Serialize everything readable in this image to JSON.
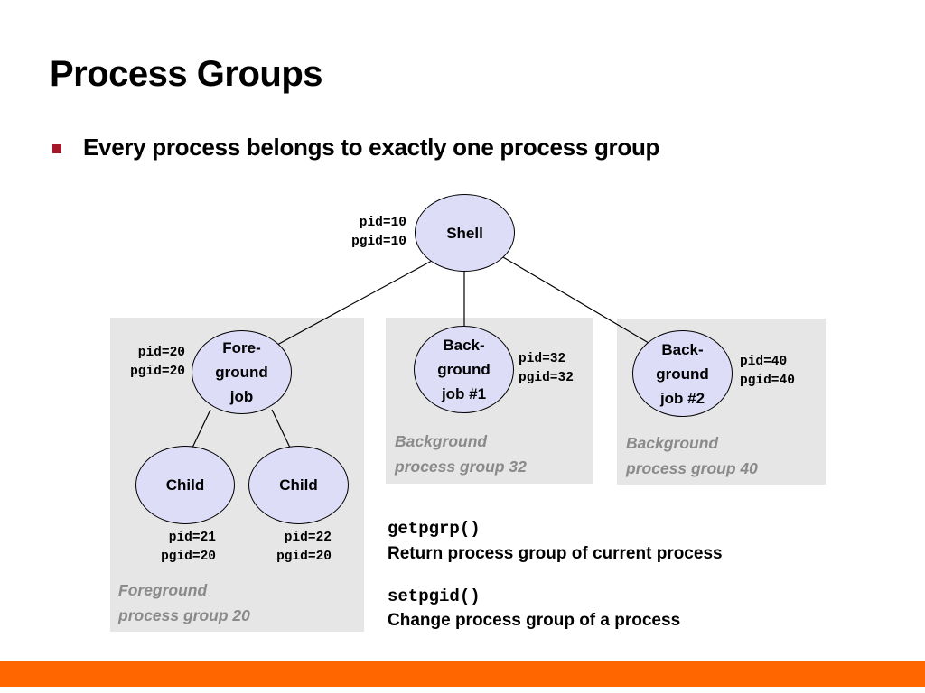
{
  "title": "Process Groups",
  "bullet": "Every process belongs to exactly one process group",
  "nodes": {
    "shell": {
      "label": "Shell",
      "pid": "pid=10",
      "pgid": "pgid=10"
    },
    "fg_job": {
      "label": "Fore- ground job",
      "pid": "pid=20",
      "pgid": "pgid=20"
    },
    "bg_job1": {
      "label": "Back- ground job #1",
      "pid": "pid=32",
      "pgid": "pgid=32"
    },
    "bg_job2": {
      "label": "Back- ground job #2",
      "pid": "pid=40",
      "pgid": "pgid=40"
    },
    "child1": {
      "label": "Child",
      "pid": "pid=21",
      "pgid": "pgid=20"
    },
    "child2": {
      "label": "Child",
      "pid": "pid=22",
      "pgid": "pgid=20"
    }
  },
  "groups": {
    "foreground": {
      "line1": "Foreground",
      "line2": "process group 20"
    },
    "background32": {
      "line1": "Background",
      "line2": "process group 32"
    },
    "background40": {
      "line1": "Background",
      "line2": "process group 40"
    }
  },
  "functions": [
    {
      "name": "getpgrp()",
      "desc": "Return process group of current process"
    },
    {
      "name": "setpgid()",
      "desc": "Change process group of a process"
    }
  ],
  "colors": {
    "node_fill": "#ddddf8",
    "group_box": "#e6e6e6",
    "bullet": "#a3192b",
    "footer": "#ff6600",
    "caption": "#8a8a8a"
  }
}
